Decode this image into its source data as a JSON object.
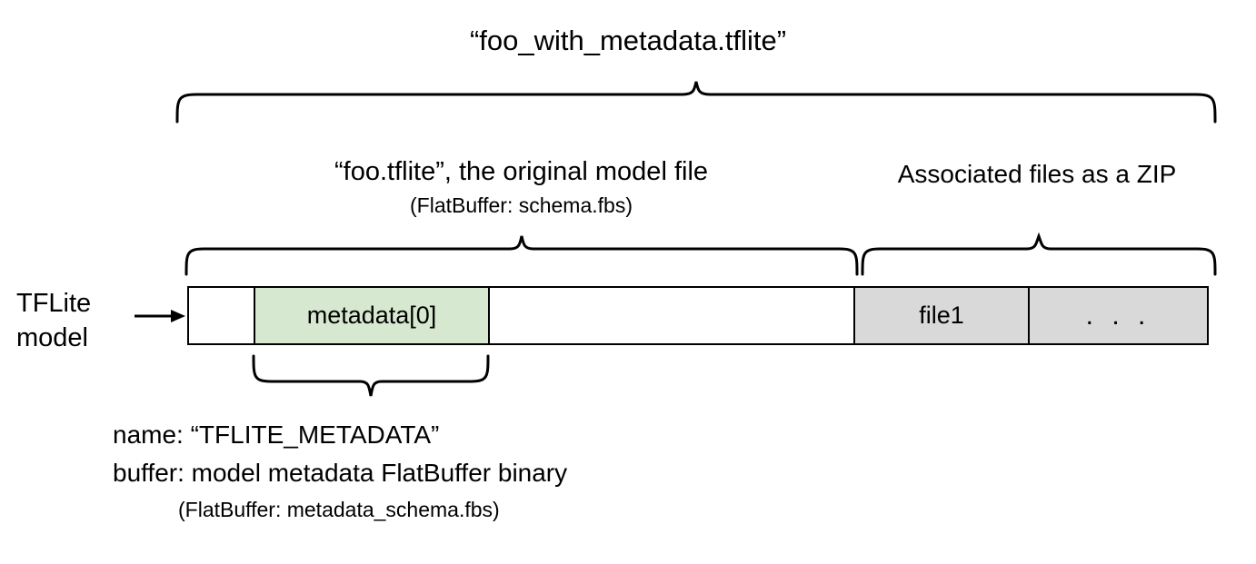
{
  "diagram": {
    "title": "“foo_with_metadata.tflite”",
    "model_file": {
      "label": "“foo.tflite”, the original model file",
      "sublabel": "(FlatBuffer: schema.fbs)"
    },
    "zip": {
      "label": "Associated files as a ZIP"
    },
    "source_label": "TFLite\nmodel",
    "bar": {
      "cells": [
        {
          "name": "head",
          "label": "",
          "fill": "#ffffff"
        },
        {
          "name": "metadata",
          "label": "metadata[0]",
          "fill": "#d7e8d0"
        },
        {
          "name": "body",
          "label": "",
          "fill": "#ffffff"
        },
        {
          "name": "file1",
          "label": "file1",
          "fill": "#d9d9d9"
        },
        {
          "name": "more",
          "label": ". . .",
          "fill": "#d9d9d9"
        }
      ]
    },
    "annotations": {
      "name_line": "name: “TFLITE_METADATA”",
      "buffer_line": "buffer: model metadata FlatBuffer binary",
      "schema_line": "(FlatBuffer: metadata_schema.fbs)"
    },
    "colors": {
      "stroke": "#000000",
      "metadata_fill": "#d7e8d0",
      "zip_fill": "#d9d9d9",
      "background": "#ffffff"
    }
  }
}
